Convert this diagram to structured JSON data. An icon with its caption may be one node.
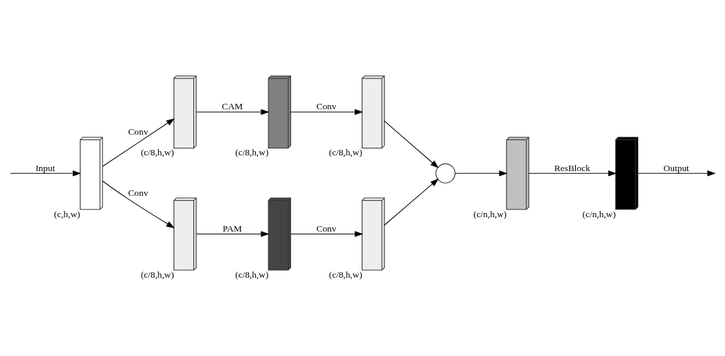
{
  "diagram": {
    "nodes": [
      {
        "text": [],
        "shape": "box",
        "beside": [
          "(c,h,w)"
        ]
      },
      {
        "text": [],
        "shape": "box",
        "beside": [
          "(c/8,h,w)"
        ]
      },
      {
        "text": [],
        "shape": "box",
        "beside": [
          "(c/8,h,w)"
        ]
      },
      {
        "text": [],
        "shape": "box",
        "beside": [
          "(c/8,h,w)"
        ]
      },
      {
        "text": [],
        "shape": "box",
        "beside": [
          "(c/8,h,w)"
        ]
      },
      {
        "text": [],
        "shape": "box",
        "beside": [
          "(c/8,h,w)"
        ]
      },
      {
        "text": [],
        "shape": "box",
        "beside": [
          "(c/8,h,w)"
        ]
      },
      {
        "text": [],
        "shape": "circle"
      },
      {
        "text": [],
        "shape": "box",
        "beside": [
          "(c/n,h,w)"
        ]
      },
      {
        "text": [],
        "shape": "box",
        "beside": [
          "(c/n,h,w)"
        ]
      }
    ],
    "edges": [
      {
        "from": null,
        "to": 0,
        "arrow": "to",
        "label": "Input"
      },
      {
        "from": 0,
        "to": 1,
        "arrow": "to",
        "label": "Conv"
      },
      {
        "from": 0,
        "to": 4,
        "arrow": "to",
        "label": "Conv"
      },
      {
        "from": 1,
        "to": 2,
        "arrow": "to",
        "label": "CAM"
      },
      {
        "from": 2,
        "to": 3,
        "arrow": "to",
        "label": "Conv"
      },
      {
        "from": 4,
        "to": 5,
        "arrow": "to",
        "label": "PAM"
      },
      {
        "from": 5,
        "to": 6,
        "arrow": "to",
        "label": "Conv"
      },
      {
        "from": 3,
        "to": 7,
        "arrow": "to"
      },
      {
        "from": 6,
        "to": 7,
        "arrow": "to"
      },
      {
        "from": 7,
        "to": 8,
        "arrow": "to"
      },
      {
        "from": 8,
        "to": 9,
        "arrow": "to",
        "label": "ResBlock"
      },
      {
        "from": 9,
        "to": null,
        "arrow": "to",
        "label": "Output"
      }
    ]
  }
}
